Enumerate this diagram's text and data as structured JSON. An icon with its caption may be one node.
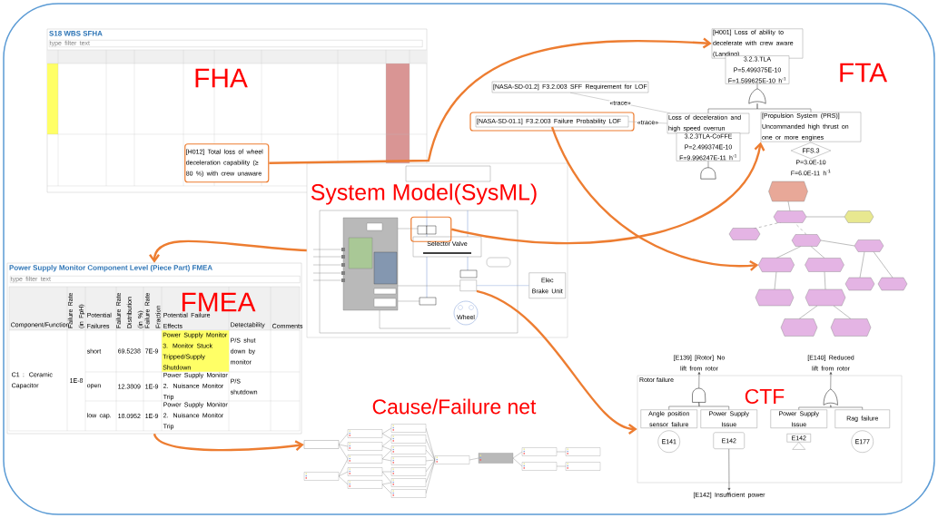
{
  "diagram": {
    "nodes": [
      {
        "text": [
          "S18 WBS SFHA"
        ]
      },
      {
        "text": [
          "[H012] Total loss of wheel deceleration capability (≥ 80 %) with crew unaware"
        ],
        "in": 0
      },
      {
        "text": [
          "[H001] Loss of ability to decelerate with crew aware (Landing)"
        ]
      },
      {
        "text": [
          "3.2.3.TLA",
          "P=5.499375E-10 F=1.599625E-10 h$^{-1}$"
        ]
      },
      {
        "text": [
          "[NASA-SD-01.2] F3.2.003 SFF Requirement for LOF"
        ]
      },
      {
        "text": [
          "[NASA-SD-01.1] F3.2.003 Failure Probability LOF"
        ]
      },
      {
        "text": [
          "Loss of deceleration and high speed overrun"
        ]
      },
      {
        "text": [
          "3.2.3TLA-CoFFE",
          "P=2.499374E-10 F=9.996247E-11 h$^{-1}$"
        ]
      },
      {
        "text": [
          "[Propulsion System (PRS)] Uncommanded high thrust on one or more engines"
        ]
      },
      {
        "text": [
          "FFS.3"
        ],
        "beside": [
          "P=3.0E-10 F=6.0E-11 h$^{-1}$"
        ]
      },
      {
        "text": [],
        "shape": "gate"
      },
      {
        "text": [],
        "shape": "gate"
      },
      {
        "text": [],
        "shape": "box"
      },
      {
        "text": [],
        "shape": "box",
        "in": 12
      },
      {
        "text": [],
        "shape": "box",
        "in": 12
      },
      {
        "text": [
          "Elec Brake Unit"
        ],
        "in": 12
      },
      {
        "text": [],
        "shape": "hexagon"
      },
      {
        "text": [
          "Power Supply Monitor Component Level (Piece Part) FMEA"
        ]
      },
      {
        "text": [],
        "shape": "box"
      },
      {
        "text": [
          "Rotor failure"
        ]
      },
      {
        "text": [],
        "shape": "gate",
        "in": 19
      },
      {
        "text": [],
        "shape": "gate",
        "in": 19
      },
      {
        "text": [
          "Angle position sensor failure"
        ],
        "in": 19
      },
      {
        "text": [
          "Power Supply Issue"
        ],
        "in": 19
      },
      {
        "text": [
          "Power Supply Issue"
        ],
        "in": 19
      },
      {
        "text": [
          "Rag failure"
        ],
        "in": 19
      },
      {
        "text": [
          "E141"
        ],
        "in": 19
      },
      {
        "text": [
          "E142"
        ],
        "in": 19
      },
      {
        "text": [
          "E142"
        ],
        "in": 19
      },
      {
        "text": [
          "E177"
        ],
        "in": 19
      },
      {
        "text": [
          "[E139] [Rotor] No lift from rotor"
        ]
      },
      {
        "text": [
          "[E140] Reduced lift from rotor"
        ]
      },
      {
        "text": [
          "[E142] Insufficient power"
        ]
      }
    ],
    "edges": [
      {
        "from": 1,
        "to": 2,
        "arrow": "to",
        "style": "thick",
        "color": "#ed7d31"
      },
      {
        "from": 12,
        "to": 17,
        "arrow": "to",
        "style": "thick",
        "color": "#ed7d31"
      },
      {
        "from": 13,
        "to": 8,
        "arrow": "to",
        "style": "thick",
        "color": "#ed7d31"
      },
      {
        "from": 5,
        "to": 16,
        "arrow": "to",
        "style": "thick",
        "color": "#ed7d31"
      },
      {
        "from": 17,
        "to": 18,
        "arrow": "to",
        "style": "thick",
        "color": "#ed7d31"
      },
      {
        "from": 14,
        "to": 19,
        "arrow": "to",
        "style": "thick",
        "color": "#ed7d31"
      },
      {
        "from": 4,
        "to": 6,
        "arrow": "none",
        "label": "«trace»",
        "color": "#a6a6a6"
      },
      {
        "from": 5,
        "to": 6,
        "arrow": "none",
        "label": "«trace»",
        "color": "#a6a6a6"
      },
      {
        "from": 6,
        "to": 10,
        "arrow": "none"
      },
      {
        "from": 8,
        "to": 10,
        "arrow": "none"
      },
      {
        "from": 10,
        "to": 3,
        "arrow": "none"
      },
      {
        "from": 7,
        "to": 11,
        "arrow": "none"
      },
      {
        "from": 14,
        "to": 15,
        "arrow": "none",
        "color": "#8faadc"
      },
      {
        "from": 22,
        "to": 20,
        "arrow": "none"
      },
      {
        "from": 23,
        "to": 20,
        "arrow": "none"
      },
      {
        "from": 20,
        "to": 30,
        "arrow": "to"
      },
      {
        "from": 24,
        "to": 21,
        "arrow": "none"
      },
      {
        "from": 25,
        "to": 21,
        "arrow": "none"
      },
      {
        "from": 21,
        "to": 31,
        "arrow": "to"
      },
      {
        "from": 27,
        "to": 32,
        "arrow": "to"
      }
    ],
    "labels": [
      "type filter text",
      "FHA",
      "FTA",
      "System Model(SysML)",
      "Selector Valve",
      "Wheel",
      "type filter text",
      "FMEA",
      "Component/Function",
      "Failure Rate (in FpH)",
      "Potential Failures",
      "Failure Rate Distribution (in %)",
      "Failure Rate Fraction",
      "Potential Failure Effects",
      "Detectability",
      "Comments",
      "C1 : Ceramic Capacitor",
      "1E-8",
      "short",
      "69.5238",
      "7E-9",
      "Power Supply Monitor 3. Monitor Stuck Tripped/Supply Shutdown",
      "P/S shut down by monitor",
      "open",
      "12.3809",
      "1E-9",
      "Power Supply Monitor 2. Nuisance Monitor Trip",
      "P/S shutdown",
      "low cap.",
      "18.0952",
      "1E-9",
      "Power Supply Monitor 2. Nuisance Monitor Trip",
      "Cause/Failure net",
      "CTF"
    ]
  }
}
